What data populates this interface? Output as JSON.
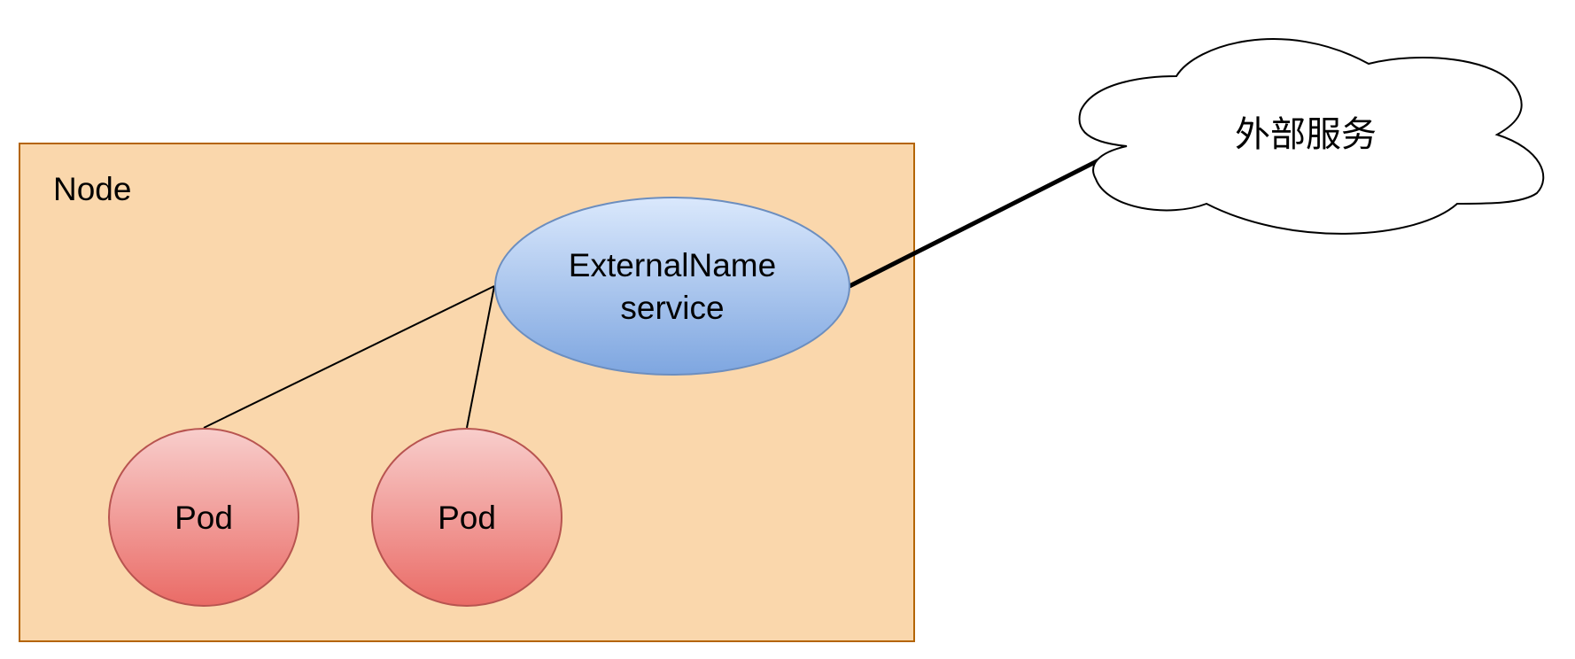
{
  "node": {
    "label": "Node",
    "fill": "#fad7ac",
    "stroke": "#b46504"
  },
  "service": {
    "line1": "ExternalName",
    "line2": "service",
    "gradient_top": "#dae8fc",
    "gradient_bottom": "#7ea6e0",
    "stroke": "#6c8ebf"
  },
  "pods": [
    {
      "label": "Pod"
    },
    {
      "label": "Pod"
    }
  ],
  "pod_style": {
    "gradient_top": "#f8cecc",
    "gradient_bottom": "#ea6b66",
    "stroke": "#b85450"
  },
  "external": {
    "label": "外部服务",
    "fill": "#ffffff",
    "stroke": "#000000"
  }
}
